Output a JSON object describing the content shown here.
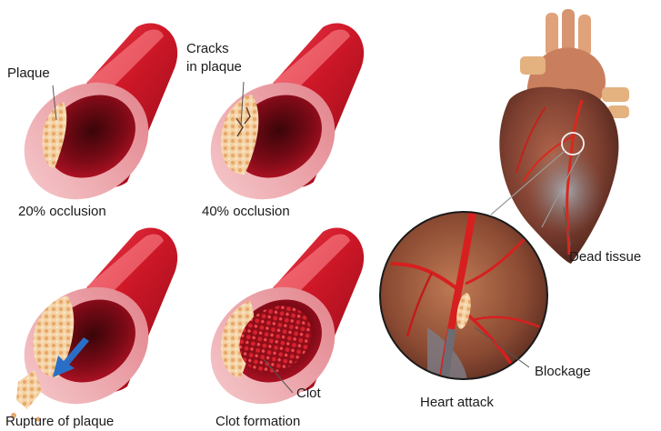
{
  "panels": [
    {
      "id": "p1",
      "caption": "20% occlusion",
      "callout": "Plaque"
    },
    {
      "id": "p2",
      "caption": "40% occlusion",
      "callout": "Cracks\nin plaque"
    },
    {
      "id": "p3",
      "caption": "Rupture of plaque",
      "callout": ""
    },
    {
      "id": "p4",
      "caption": "Clot formation",
      "callout": "Clot"
    }
  ],
  "heart": {
    "dead_tissue_label": "Dead tissue",
    "blockage_label": "Blockage",
    "caption": "Heart attack"
  },
  "colors": {
    "artery_outer": "#c8102e",
    "artery_inner": "#8b0a1a",
    "plaque": "#f2c48a",
    "clot": "#b5121b",
    "heart_muscle": "#8a4a3a",
    "dead_tissue": "#8d8f97",
    "callout_line": "#555555"
  }
}
